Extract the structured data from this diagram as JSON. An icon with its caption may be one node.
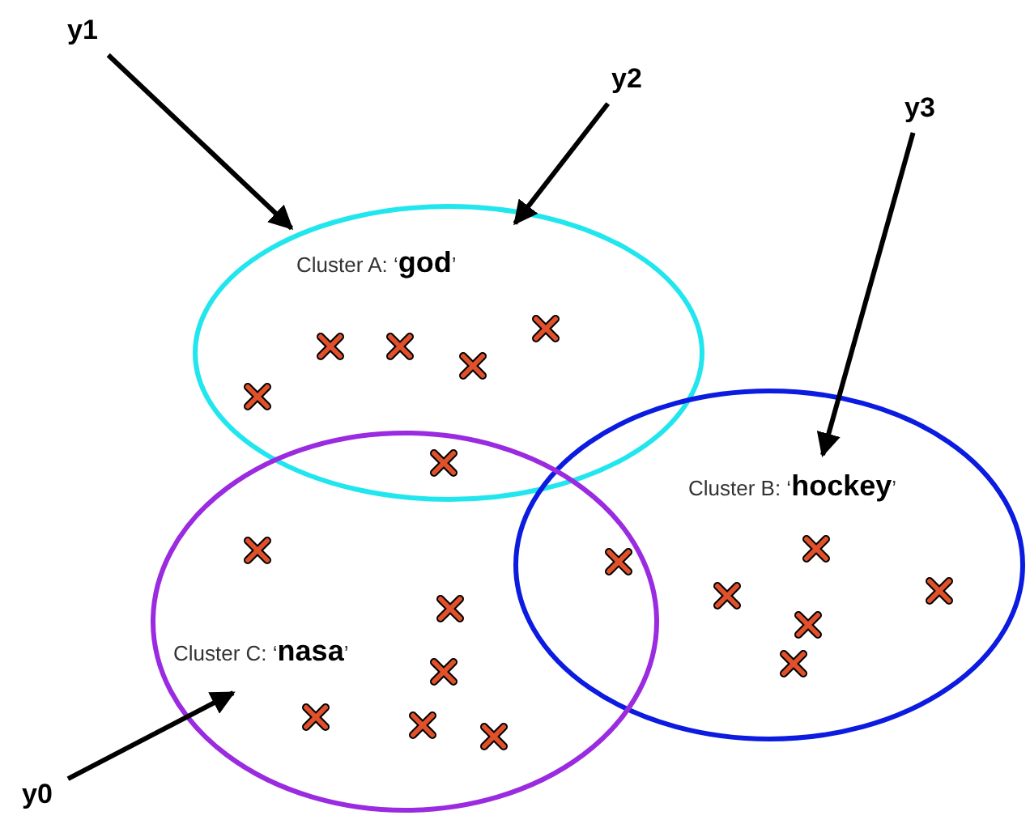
{
  "diagram": {
    "nodes": [
      {
        "text": [
          "y1"
        ]
      },
      {
        "text": [
          "y2"
        ]
      },
      {
        "text": [
          "y3"
        ]
      },
      {
        "text": [
          "Cluster A: ‘**god**’"
        ]
      },
      {
        "text": [
          "Cluster B: ‘**hockey**’"
        ]
      },
      {
        "text": [
          "Cluster C: ‘**nasa**’"
        ]
      },
      {
        "text": [
          "y0"
        ]
      }
    ],
    "edges": [
      {
        "from": 0,
        "to": 3,
        "arrow": "to"
      },
      {
        "from": 1,
        "to": 3,
        "arrow": "to"
      },
      {
        "from": 2,
        "to": 4,
        "arrow": "to"
      },
      {
        "from": 6,
        "to": 5,
        "arrow": "to"
      }
    ]
  }
}
